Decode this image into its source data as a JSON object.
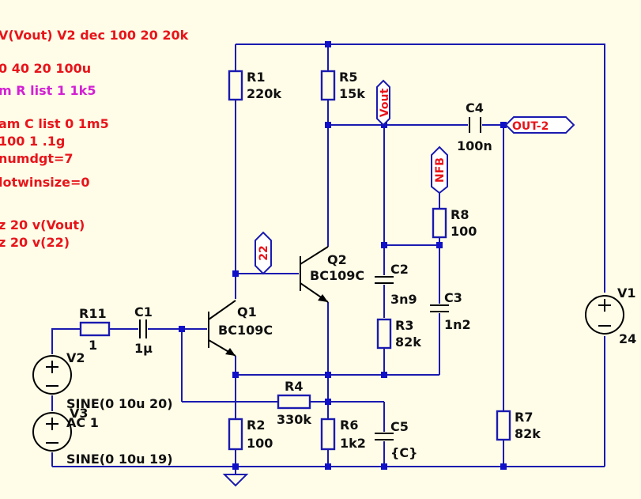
{
  "directives": [
    "V(Vout) V2 dec 100 20 20k",
    "0 40 20 100u",
    "m R list 1 1k5",
    "am C list 0 1m5",
    "100 1 .1g",
    "numdgt=7",
    "lotwinsize=0",
    "z 20 v(Vout)",
    "z 20 v(22)"
  ],
  "components": {
    "R1": {
      "name": "R1",
      "value": "220k"
    },
    "R5": {
      "name": "R5",
      "value": "15k"
    },
    "C4": {
      "name": "C4",
      "value": "100n"
    },
    "R8": {
      "name": "R8",
      "value": "100"
    },
    "Q2": {
      "name": "Q2",
      "value": "BC109C"
    },
    "C2": {
      "name": "C2",
      "value": "3n9"
    },
    "C3": {
      "name": "C3",
      "value": "1n2"
    },
    "R3": {
      "name": "R3",
      "value": "82k"
    },
    "V1": {
      "name": "V1",
      "value": "24"
    },
    "R11": {
      "name": "R11",
      "value": "1"
    },
    "C1": {
      "name": "C1",
      "value": "1µ"
    },
    "Q1": {
      "name": "Q1",
      "value": "BC109C"
    },
    "V2": {
      "name": "V2",
      "value": "SINE(0 10u 20)"
    },
    "V3": {
      "name": "V3",
      "value": "AC 1",
      "value2": "SINE(0 10u 19)"
    },
    "R4": {
      "name": "R4",
      "value": "330k"
    },
    "R2": {
      "name": "R2",
      "value": "100"
    },
    "R6": {
      "name": "R6",
      "value": "1k2"
    },
    "C5": {
      "name": "C5",
      "value": "{C}"
    },
    "R7": {
      "name": "R7",
      "value": "82k"
    }
  },
  "net_labels": {
    "vout": "Vout",
    "nfb": "NFB",
    "n22": "22",
    "out2": "OUT-2"
  },
  "colors": {
    "background": "#fffde8",
    "wire": "#1a1ab0",
    "directive": "#e8141a",
    "directive_alt": "#d321d3",
    "component": "#000000"
  }
}
